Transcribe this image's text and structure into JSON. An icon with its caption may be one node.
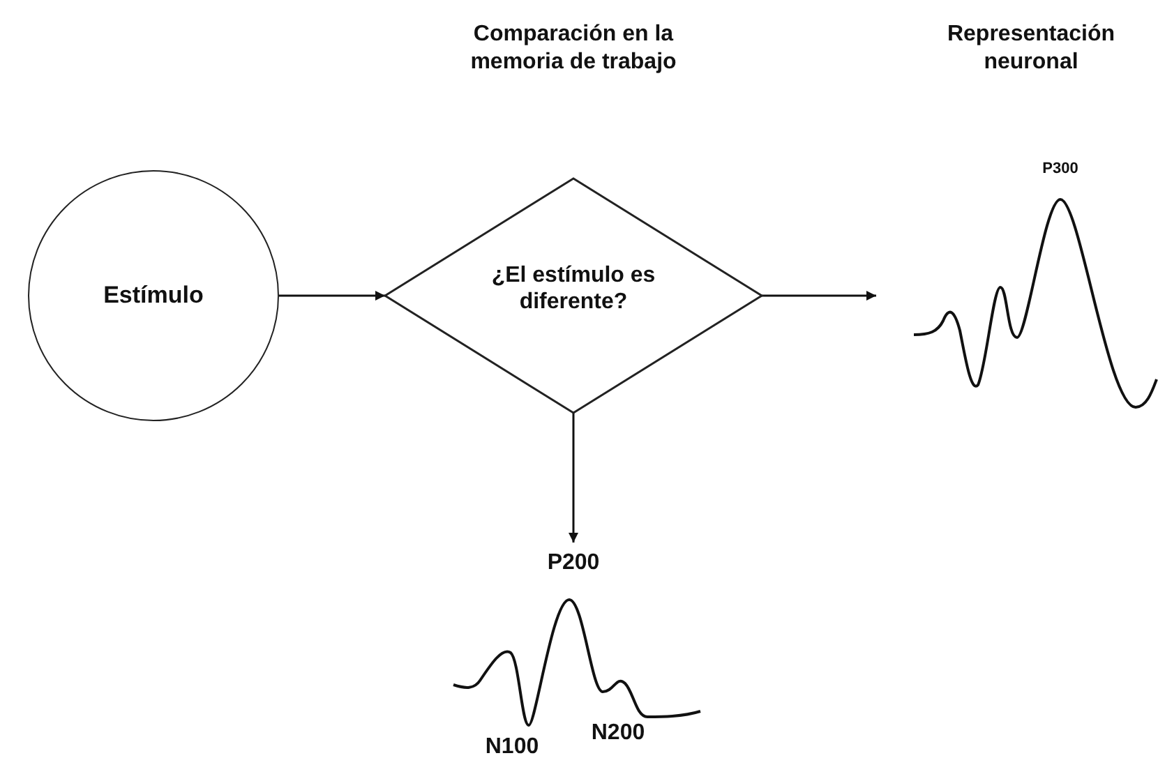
{
  "diagram": {
    "nodes": [
      {
        "text": [
          "Estímulo"
        ]
      },
      {
        "text": [
          "Comparación en la memoria de trabajo",
          "¿El estímulo es diferente?"
        ]
      },
      {
        "text": [
          "Representación neuronal",
          "P300"
        ]
      },
      {
        "text": [
          "P200",
          "N200",
          "N100"
        ]
      }
    ],
    "edges": [
      {
        "from": 0,
        "to": 1,
        "arrow": "to"
      },
      {
        "from": 1,
        "to": 2,
        "arrow": "to"
      },
      {
        "from": 1,
        "to": 3,
        "arrow": "to"
      }
    ]
  }
}
